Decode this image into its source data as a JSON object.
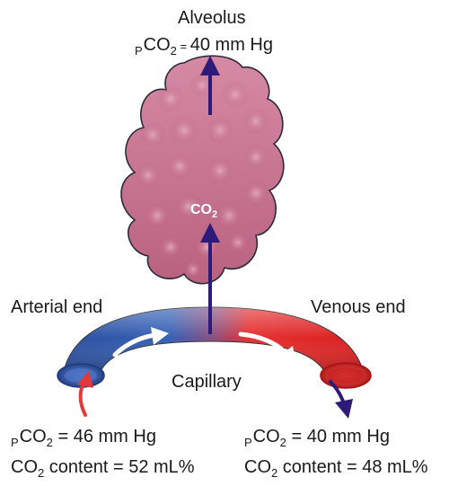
{
  "alveolus": {
    "title": "Alveolus",
    "pco2": {
      "prefix": "P",
      "species_main": "CO",
      "species_sub": "2",
      "equals": " = ",
      "value": "40 mm Hg"
    },
    "co2_label": {
      "main": "CO",
      "sub": "2"
    }
  },
  "capillary": {
    "label": "Capillary",
    "arterial_label": "Arterial end",
    "venous_label": "Venous end"
  },
  "arterial_values": {
    "pco2": {
      "prefix": "P",
      "species_main": "CO",
      "species_sub": "2",
      "equals": " = ",
      "value": "46 mm Hg"
    },
    "content": {
      "main": "CO",
      "sub": "2",
      "rest": " content = 52 mL%"
    }
  },
  "venous_values": {
    "pco2": {
      "prefix": "P",
      "species_main": "CO",
      "species_sub": "2",
      "equals": " = ",
      "value": "40 mm Hg"
    },
    "content": {
      "main": "CO",
      "sub": "2",
      "rest": " content = 48 mL%"
    }
  },
  "colors": {
    "alveolus_fill": "#c8718f",
    "alveolus_outline": "#2a2a3a",
    "arrow_purple": "#2e1a78",
    "arrow_red": "#e23a3a",
    "capillary_blue": "#2f55a8",
    "capillary_red": "#e02626",
    "flow_arrow": "#ffffff"
  }
}
